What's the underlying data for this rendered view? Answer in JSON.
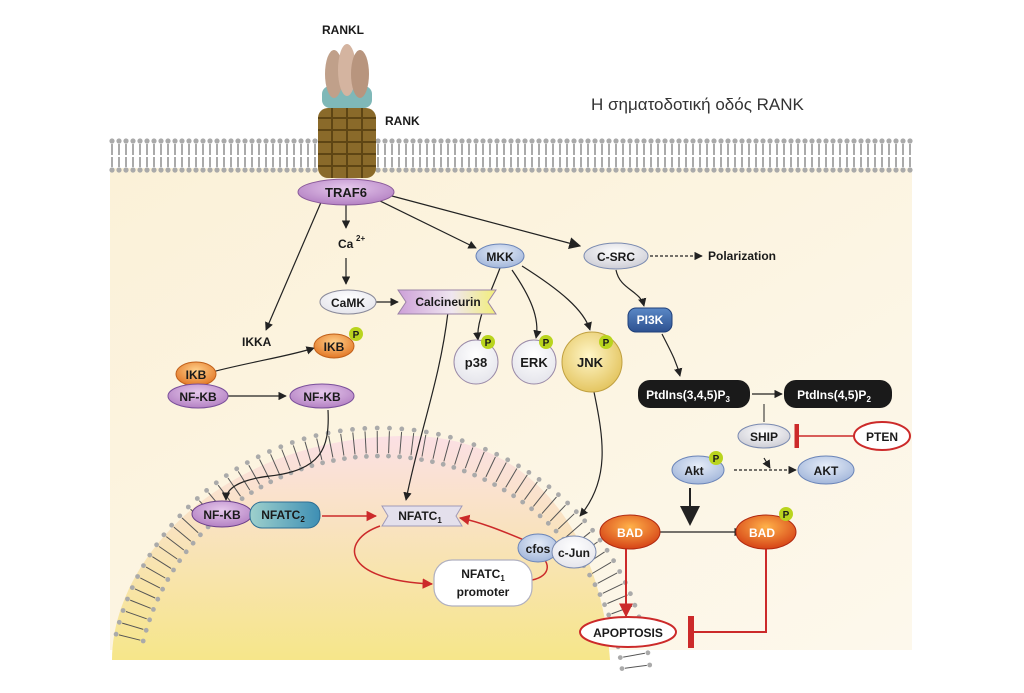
{
  "title": "Η σηματοδοτική οδός RANK",
  "colors": {
    "membrane_head": "#aaaaaa",
    "membrane_tail": "#555555",
    "cytoplasm": "#fbf3dc",
    "nucleus_top": "#fbe0e4",
    "nucleus_bottom": "#f6e68a",
    "activation_arrow": "#222222",
    "inhibition": "#cc2a2a",
    "phospho_badge": "#b9d41e"
  },
  "nodes": {
    "rankl": "RANKL",
    "rank": "RANK",
    "traf6": "TRAF6",
    "ca": "Ca",
    "ca_sup": "2+",
    "camk": "CaMK",
    "calcineurin": "Calcineurin",
    "ikka": "IKKA",
    "ikb_p": "IKB",
    "ikb": "IKB",
    "nfkb_left": "NF-KB",
    "nfkb_right": "NF-KB",
    "mkk": "MKK",
    "p38": "p38",
    "erk": "ERK",
    "jnk": "JNK",
    "csrc": "C-SRC",
    "polarization": "Polarization",
    "pi3k": "PI3K",
    "ptdins345_pre": "PtdIns(3,4,5)P",
    "ptdins345_sub": "3",
    "ptdins45_pre": "PtdIns(4,5)P",
    "ptdins45_sub": "2",
    "ship": "SHIP",
    "pten": "PTEN",
    "akt_p": "Akt",
    "akt": "AKT",
    "bad": "BAD",
    "bad_p": "BAD",
    "apoptosis": "APOPTOSIS",
    "nfkb_nuc": "NF-KB",
    "nfatc2": "NFATC",
    "nfatc2_sub": "2",
    "nfatc1": "NFATC",
    "nfatc1_sub": "1",
    "promoter_line1": "NFATC",
    "promoter_sub": "1",
    "promoter_line2": "promoter",
    "cfos": "cfos",
    "cjun": "c-Jun",
    "phospho": "P"
  }
}
